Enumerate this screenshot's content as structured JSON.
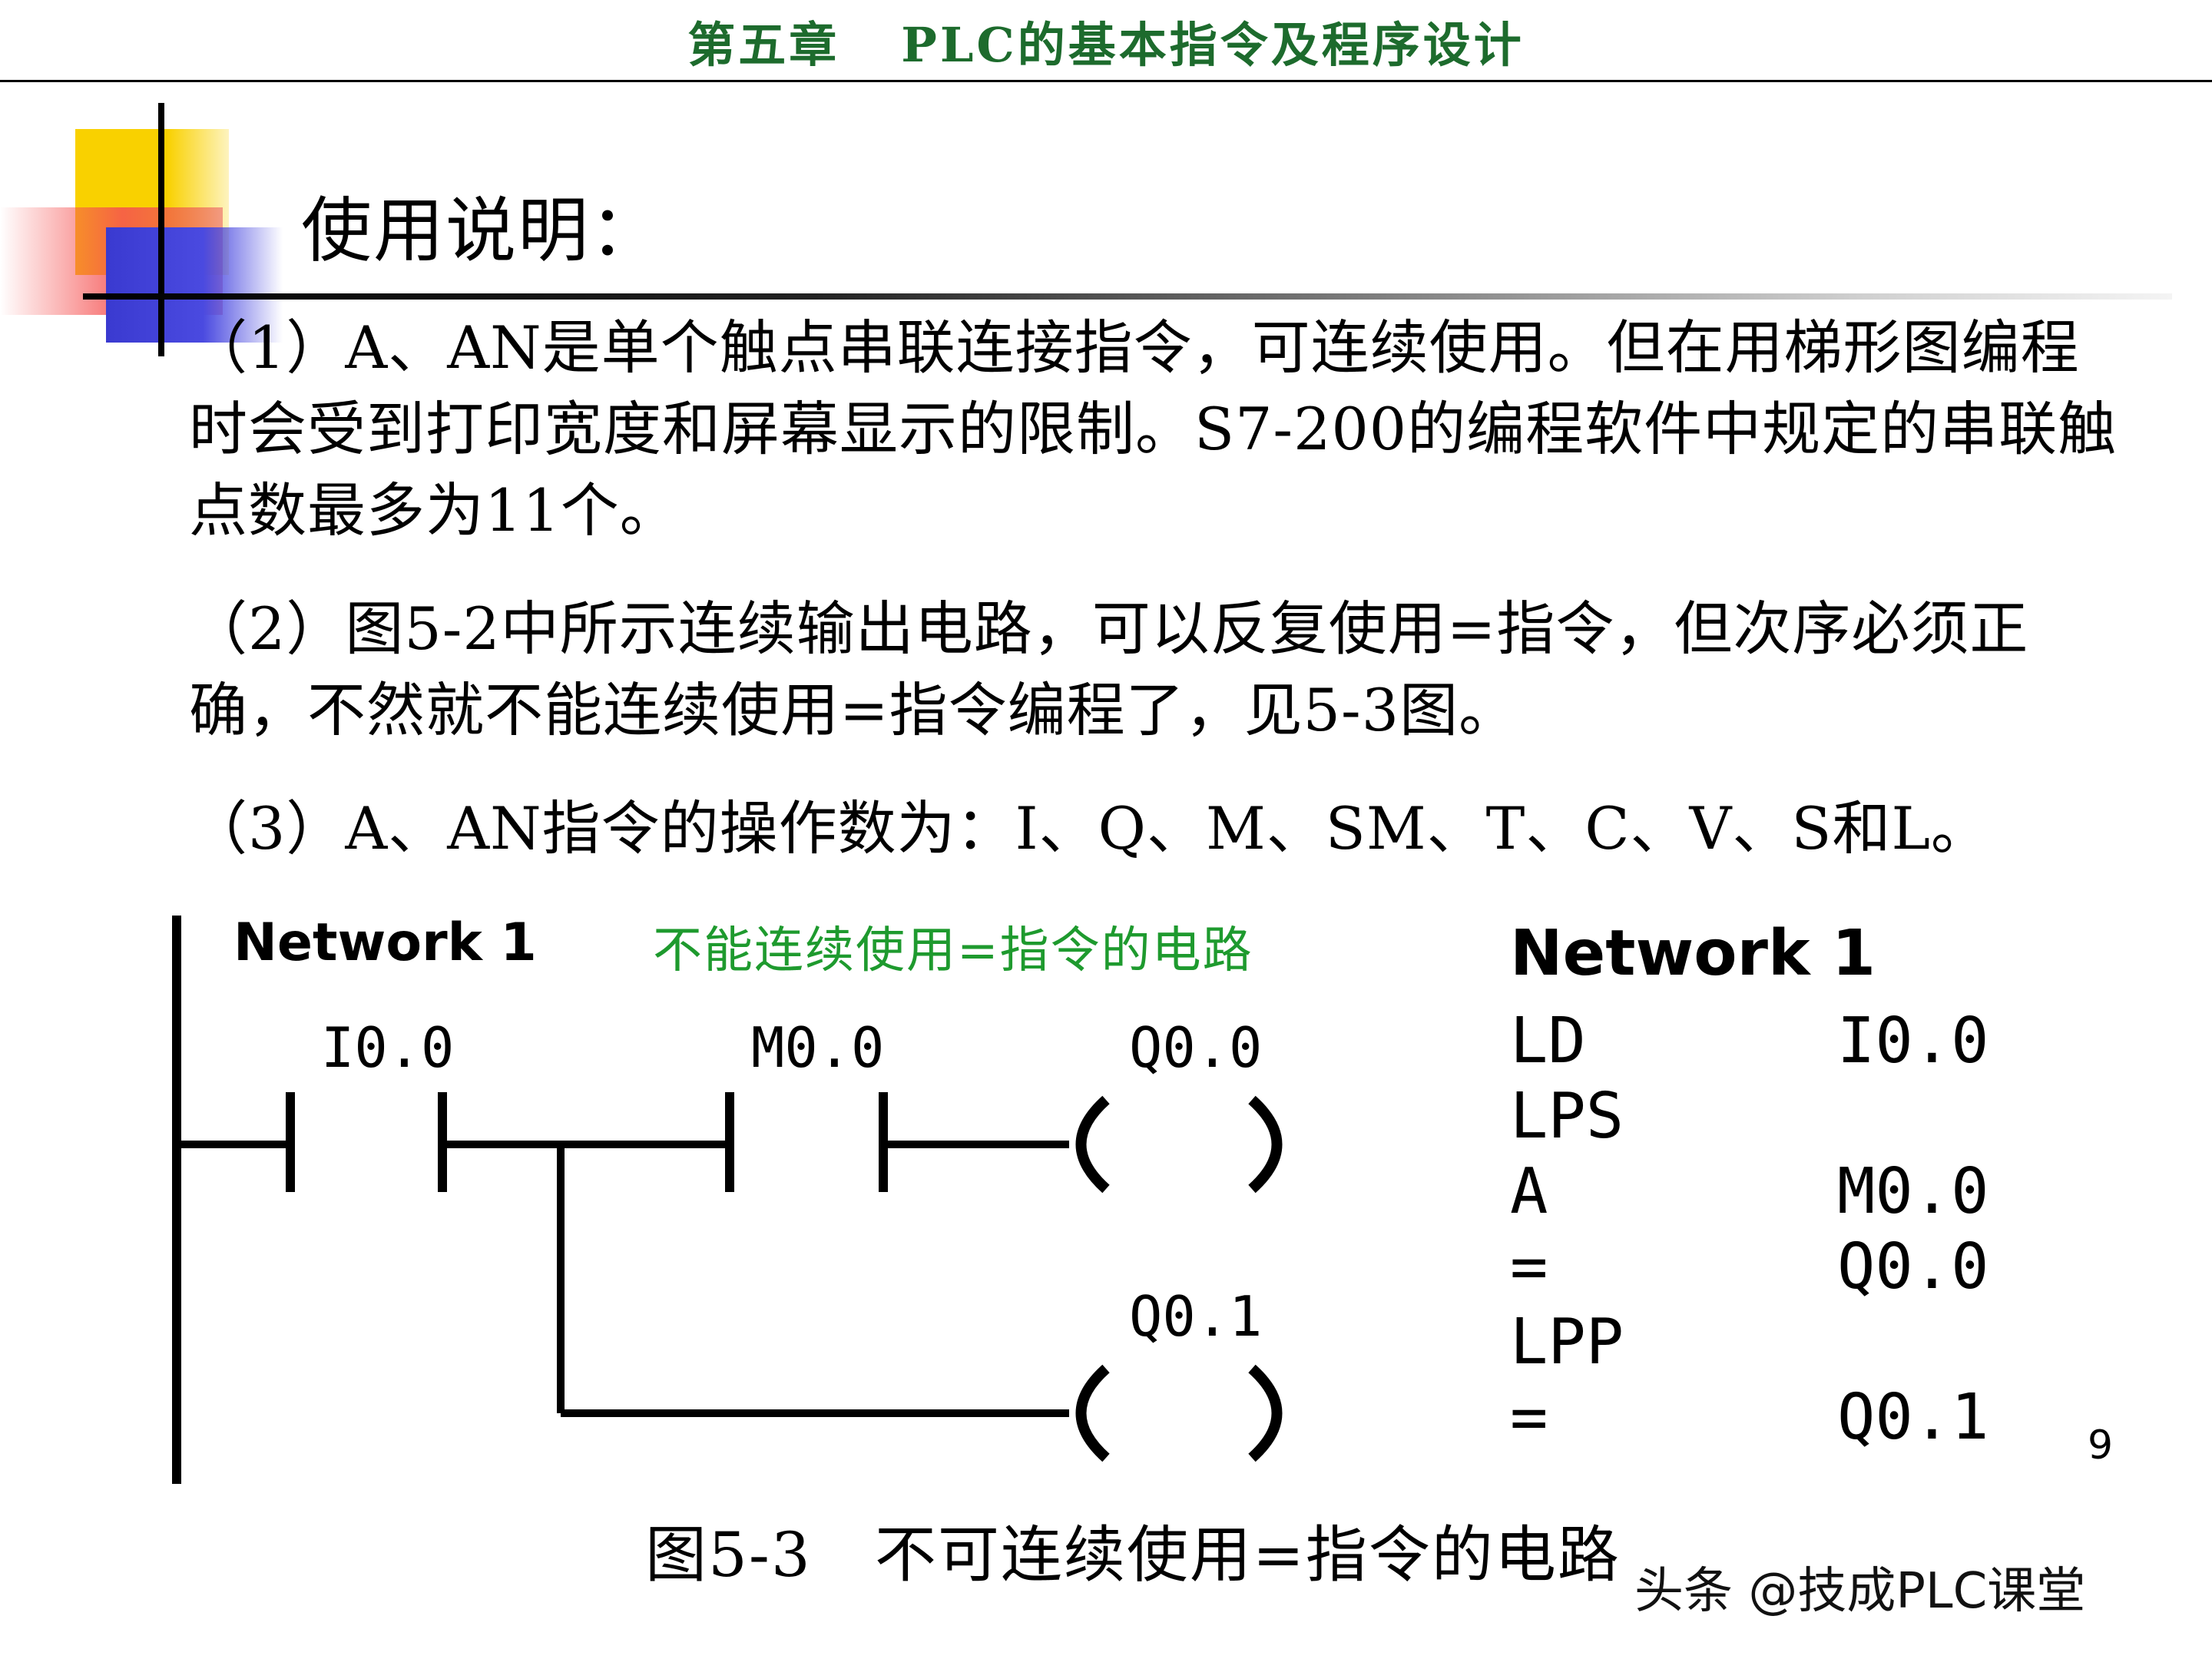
{
  "header": {
    "chapter": "第五章",
    "title": "PLC的基本指令及程序设计"
  },
  "section": {
    "title": "使用说明："
  },
  "paragraphs": {
    "p1": "（1）A、AN是单个触点串联连接指令，可连续使用。但在用梯形图编程时会受到打印宽度和屏幕显示的限制。S7-200的编程软件中规定的串联触点数最多为11个。",
    "p2": "（2）图5-2中所示连续输出电路，可以反复使用=指令，但次序必须正确，不然就不能连续使用=指令编程了，见5-3图。",
    "p3": "（3）A、AN指令的操作数为：I、Q、M、SM、T、C、V、S和L。"
  },
  "ladder": {
    "network_label": "Network 1",
    "note": "不能连续使用=指令的电路",
    "contacts": {
      "c1": "I0.0",
      "c2": "M0.0"
    },
    "coils": {
      "q1": "Q0.0",
      "q2": "Q0.1"
    }
  },
  "stl": {
    "network_label": "Network 1",
    "rows": [
      {
        "op": "LD",
        "operand": "I0.0"
      },
      {
        "op": "LPS",
        "operand": ""
      },
      {
        "op": "A",
        "operand": "M0.0"
      },
      {
        "op": "=",
        "operand": "Q0.0"
      },
      {
        "op": "LPP",
        "operand": ""
      },
      {
        "op": "=",
        "operand": "Q0.1"
      }
    ]
  },
  "page_number": "9",
  "caption": "图5-3　不可连续使用=指令的电路",
  "watermark": "头条 @技成PLC课堂"
}
